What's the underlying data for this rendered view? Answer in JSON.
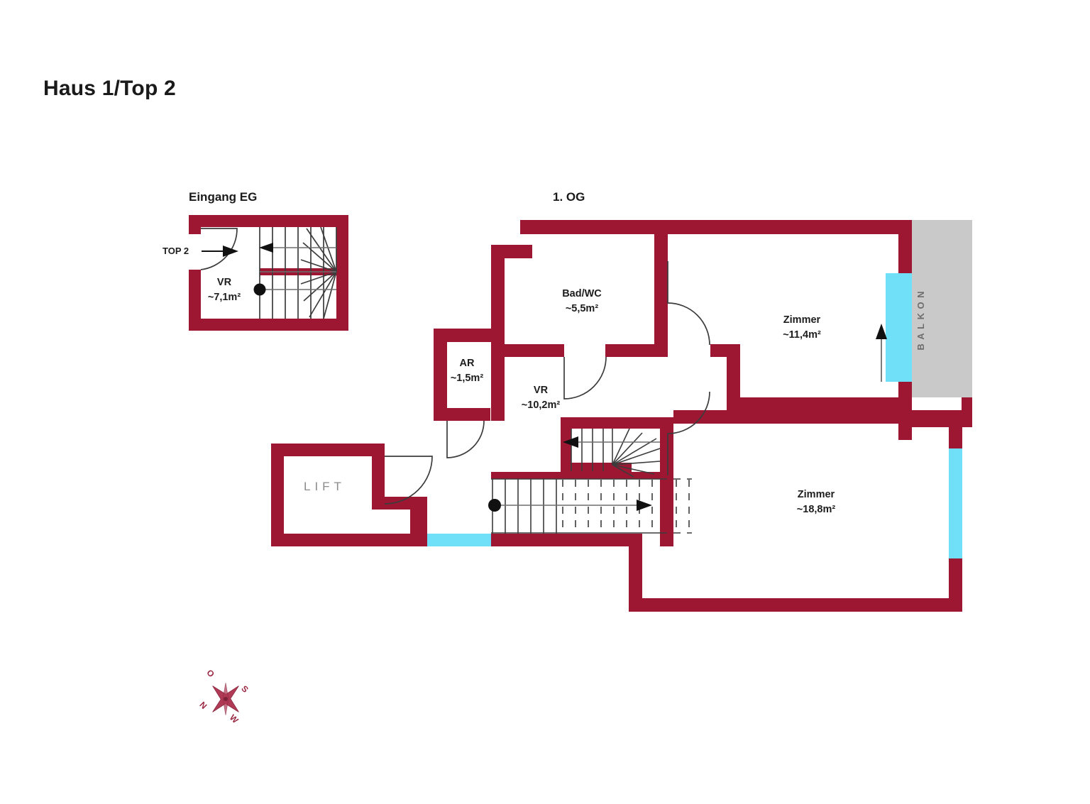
{
  "page": {
    "title": "Haus 1/Top 2",
    "background": "#ffffff"
  },
  "colors": {
    "wall": "#9d1733",
    "window": "#6fe0f7",
    "balcony": "#c9c9c9",
    "text": "#1d1d1d",
    "muted_text": "#8b8b8b",
    "compass": "#b03a55"
  },
  "plans": [
    {
      "id": "eg",
      "title": "Eingang EG",
      "entry_label": "TOP 2",
      "rooms": [
        {
          "name": "VR",
          "area": "~7,1m²"
        }
      ],
      "features": [
        "winder-staircase",
        "entry-door-arc",
        "direction-arrow-left",
        "pivot-dot"
      ]
    },
    {
      "id": "og",
      "title": "1. OG",
      "rooms": [
        {
          "name": "Bad/WC",
          "area": "~5,5m²"
        },
        {
          "name": "AR",
          "area": "~1,5m²"
        },
        {
          "name": "VR",
          "area": "~10,2m²"
        },
        {
          "name": "Zimmer",
          "area": "~11,4m²"
        },
        {
          "name": "Zimmer",
          "area": "~18,8m²"
        }
      ],
      "shaft_label": "LIFT",
      "balcony_label": "BALKON",
      "features": [
        "winder-staircase",
        "straight-staircase",
        "door-arcs",
        "windows",
        "balcony-slab"
      ]
    }
  ],
  "compass": {
    "labels": {
      "n": "N",
      "o": "O",
      "s": "S",
      "w": "W"
    },
    "rotation_deg": 45
  }
}
